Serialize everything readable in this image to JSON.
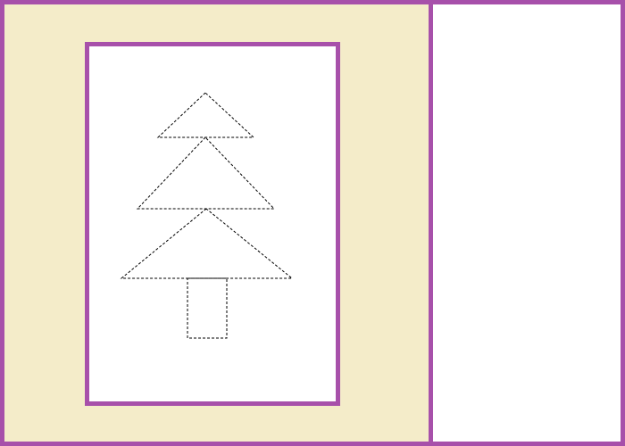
{
  "puzzle": {
    "board_color": "#ffffff",
    "background_color": "#f4ecc9",
    "frame_color": "#a750aa",
    "tray_color": "#ffffff",
    "outline_style": "dashed",
    "outline_color": "#000000",
    "pieces": [
      {
        "name": "top-triangle",
        "shape": "triangle"
      },
      {
        "name": "middle-triangle",
        "shape": "triangle"
      },
      {
        "name": "bottom-triangle",
        "shape": "triangle"
      },
      {
        "name": "trunk",
        "shape": "rectangle"
      }
    ]
  }
}
